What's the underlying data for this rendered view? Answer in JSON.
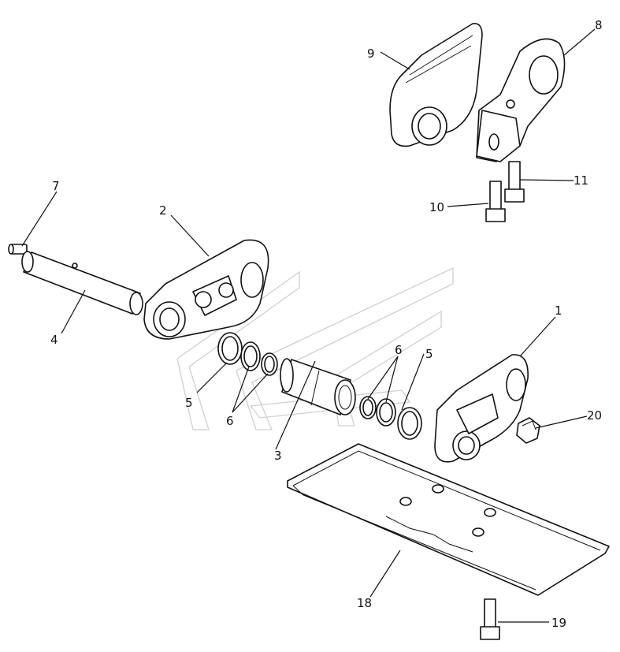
{
  "callouts": [
    {
      "id": "c1",
      "text": "1"
    },
    {
      "id": "c2",
      "text": "2"
    },
    {
      "id": "c3",
      "text": "3"
    },
    {
      "id": "c4",
      "text": "4"
    },
    {
      "id": "c5a",
      "text": "5"
    },
    {
      "id": "c5b",
      "text": "5"
    },
    {
      "id": "c6a",
      "text": "6"
    },
    {
      "id": "c6b",
      "text": "6"
    },
    {
      "id": "c7",
      "text": "7"
    },
    {
      "id": "c8",
      "text": "8"
    },
    {
      "id": "c9",
      "text": "9"
    },
    {
      "id": "c10",
      "text": "10"
    },
    {
      "id": "c11",
      "text": "11"
    },
    {
      "id": "c18",
      "text": "18"
    },
    {
      "id": "c19",
      "text": "19"
    },
    {
      "id": "c20",
      "text": "20"
    }
  ]
}
